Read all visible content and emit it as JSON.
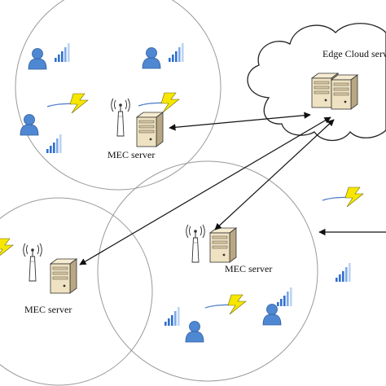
{
  "labels": {
    "cloud": "Edge Cloud server",
    "mec_top": "MEC server",
    "mec_left": "MEC server",
    "mec_center": "MEC server"
  },
  "colors": {
    "circle_stroke": "#9a9a9a",
    "bolt_fill": "#f7e600",
    "bolt_trail": "#4a79c8",
    "signal_blue": "#2f6fd0",
    "signal_light": "#bcd4f4",
    "user_fill": "#4f88d2",
    "server_body": "#efe2c2",
    "server_shadow": "#b9a784",
    "antenna_fill": "#ffffff",
    "cloud_stroke": "#222222",
    "arrow": "#111111"
  },
  "icons": [
    "user-icon",
    "signal-bars-icon",
    "lightning-icon",
    "antenna-tower-icon",
    "server-icon",
    "cloud-icon"
  ]
}
